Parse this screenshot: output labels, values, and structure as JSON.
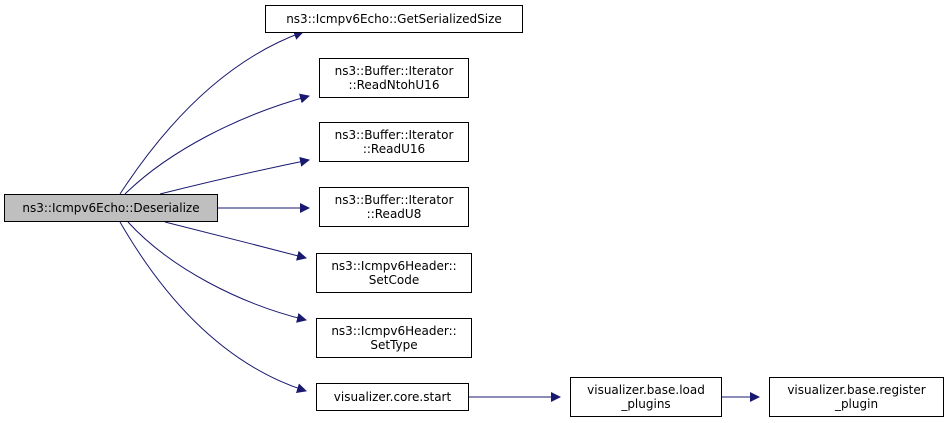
{
  "colors": {
    "edge": "#191970",
    "node_border": "#000000",
    "node_fill": "#ffffff",
    "root_fill": "#bfbfbf"
  },
  "nodes": {
    "root": {
      "lines": [
        "ns3::Icmpv6Echo::Deserialize"
      ]
    },
    "get_serialized_size": {
      "lines": [
        "ns3::Icmpv6Echo::GetSerializedSize"
      ]
    },
    "read_ntoh_u16": {
      "lines": [
        "ns3::Buffer::Iterator",
        "::ReadNtohU16"
      ]
    },
    "read_u16": {
      "lines": [
        "ns3::Buffer::Iterator",
        "::ReadU16"
      ]
    },
    "read_u8": {
      "lines": [
        "ns3::Buffer::Iterator",
        "::ReadU8"
      ]
    },
    "set_code": {
      "lines": [
        "ns3::Icmpv6Header::",
        "SetCode"
      ]
    },
    "set_type": {
      "lines": [
        "ns3::Icmpv6Header::",
        "SetType"
      ]
    },
    "visualizer_core_start": {
      "lines": [
        "visualizer.core.start"
      ]
    },
    "visualizer_base_load_plugins": {
      "lines": [
        "visualizer.base.load",
        "_plugins"
      ]
    },
    "visualizer_base_register_plugin": {
      "lines": [
        "visualizer.base.register",
        "_plugin"
      ]
    }
  },
  "edges": [
    {
      "from": "root",
      "to": "get_serialized_size"
    },
    {
      "from": "root",
      "to": "read_ntoh_u16"
    },
    {
      "from": "root",
      "to": "read_u16"
    },
    {
      "from": "root",
      "to": "read_u8"
    },
    {
      "from": "root",
      "to": "set_code"
    },
    {
      "from": "root",
      "to": "set_type"
    },
    {
      "from": "root",
      "to": "visualizer_core_start"
    },
    {
      "from": "visualizer_core_start",
      "to": "visualizer_base_load_plugins"
    },
    {
      "from": "visualizer_base_load_plugins",
      "to": "visualizer_base_register_plugin"
    }
  ]
}
